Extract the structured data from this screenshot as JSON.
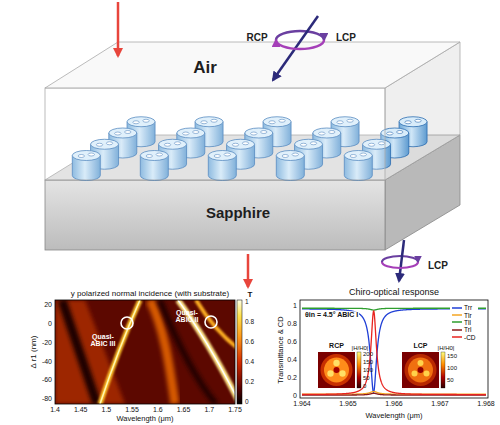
{
  "diagram": {
    "nodes": [
      {
        "text": [
          "Air"
        ]
      },
      {
        "text": [
          "Sapphire"
        ]
      }
    ],
    "labels": [
      "RCP",
      "LCP",
      "LCP",
      "y polarized normal incidence (with substrate)",
      "Quasi-ABIC III",
      "Quasi-ABIC II",
      "Δ r1 (nm)",
      "20",
      "0",
      "-20",
      "-40",
      "-60",
      "-80",
      "1.4",
      "1.45",
      "1.5",
      "1.55",
      "1.6",
      "1.65",
      "1.7",
      "1.75",
      "Wavelength (μm)",
      "T",
      "1",
      "0.8",
      "0.6",
      "0.4",
      "0.2",
      "0",
      "Chiro-optical response",
      "θin = 4.5° ABIC I",
      "Transmittance & CD",
      "1",
      "0.8",
      "0.6",
      "0.4",
      "0.2",
      "0",
      "1.964",
      "1.965",
      "1.966",
      "1.967",
      "1.968",
      "Wavelength (μm)",
      "RCP",
      "LCP",
      "|H/H0|",
      "200",
      "150",
      "100",
      "50",
      "0",
      "|H/H0|",
      "150",
      "100",
      "50"
    ],
    "legend": [
      {
        "text": "Trr"
      },
      {
        "text": "Tlr"
      },
      {
        "text": "Tll"
      },
      {
        "text": "Trl"
      },
      {
        "text": "-CD"
      }
    ]
  }
}
